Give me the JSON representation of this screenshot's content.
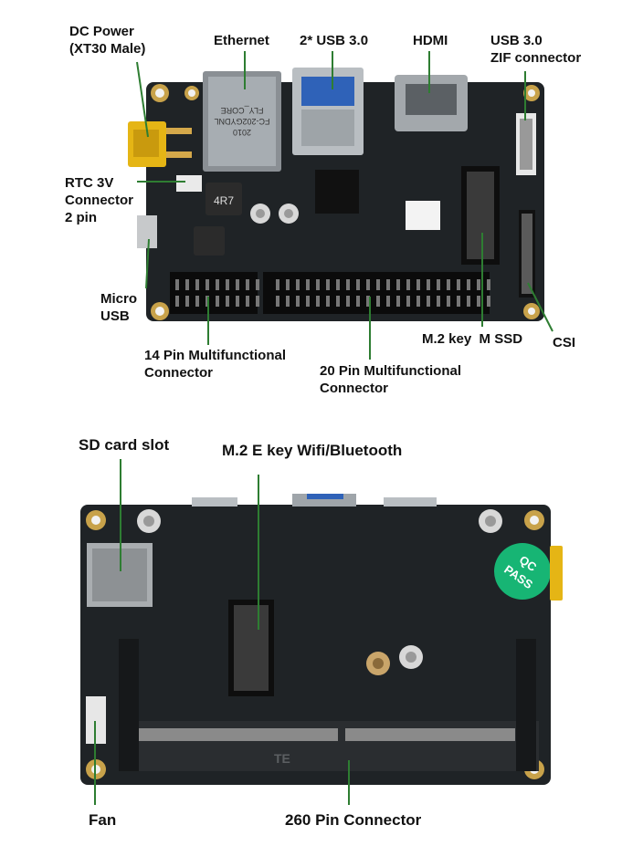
{
  "top_board": {
    "labels": {
      "dc_power_1": "DC Power",
      "dc_power_2": "(XT30 Male)",
      "ethernet": "Ethernet",
      "usb30x2": "2* USB 3.0",
      "hdmi": "HDMI",
      "usb_zif_1": "USB 3.0",
      "usb_zif_2": "ZIF connector",
      "rtc_1": "RTC 3V",
      "rtc_2": "Connector",
      "rtc_3": "2 pin",
      "micro_1": "Micro",
      "micro_2": "USB",
      "pin14_1": "14 Pin Multifunctional",
      "pin14_2": "Connector",
      "pin20_1": "20 Pin Multifunctional",
      "pin20_2": "Connector",
      "m2_ssd": "M.2 key  M SSD",
      "csi": "CSI"
    },
    "board_text": {
      "ethernet_jack": "FLY_CORE",
      "ethernet_code": "FC-202GYDNL",
      "ethernet_year": "2010",
      "inductor": "4R7"
    }
  },
  "bottom_board": {
    "labels": {
      "sd_card": "SD card slot",
      "m2_wifi": "M.2 E key Wifi/Bluetooth",
      "fan": "Fan",
      "pin260": "260 Pin Connector"
    },
    "board_text": {
      "qc_1": "QC",
      "qc_2": "PASS",
      "te": "TE"
    }
  },
  "colors": {
    "pcb": "#1f2326",
    "gold": "#c8a24a",
    "connector_yellow": "#e5b515",
    "qc_green": "#17b574",
    "leader_green": "#2e7d32"
  }
}
